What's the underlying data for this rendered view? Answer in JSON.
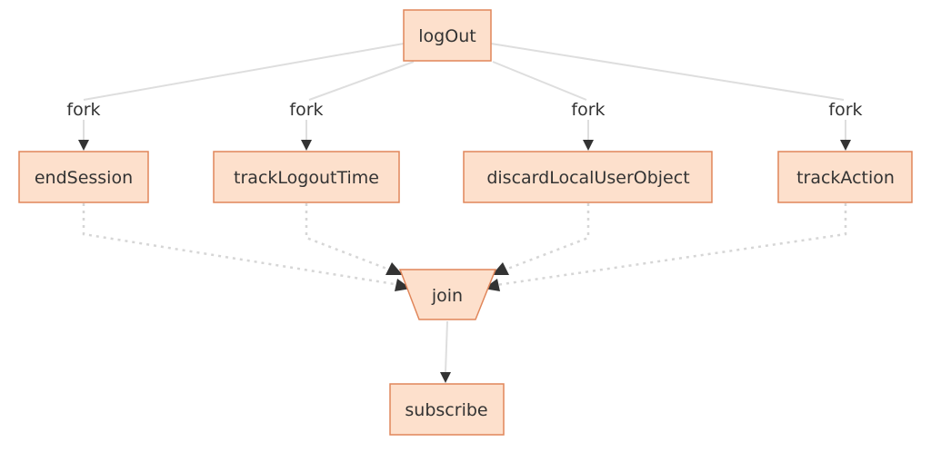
{
  "colors": {
    "node_fill": "#fde0cc",
    "node_border": "#e0865a",
    "edge": "#dedede",
    "arrow": "#333333",
    "text": "#333333"
  },
  "nodes": {
    "log_out": "logOut",
    "end_session": "endSession",
    "track_logout_time": "trackLogoutTime",
    "discard_local_user_object": "discardLocalUserObject",
    "track_action": "trackAction",
    "join": "join",
    "subscribe": "subscribe"
  },
  "edges": {
    "fork_1": "fork",
    "fork_2": "fork",
    "fork_3": "fork",
    "fork_4": "fork"
  }
}
